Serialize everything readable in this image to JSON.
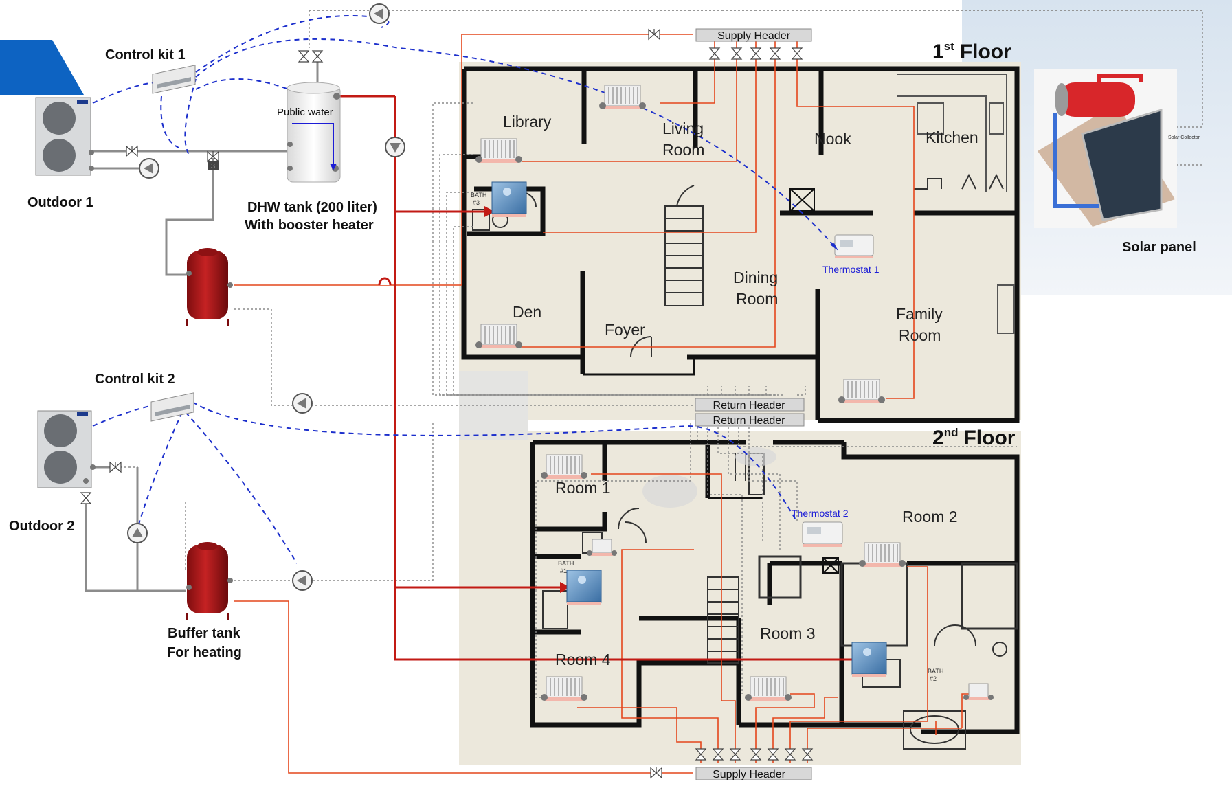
{
  "labels": {
    "control_kit_1": "Control kit 1",
    "control_kit_2": "Control kit 2",
    "outdoor_1": "Outdoor 1",
    "outdoor_2": "Outdoor 2",
    "public_water": "Public water",
    "dhw_line1": "DHW tank (200 liter)",
    "dhw_line2": "With booster heater",
    "buffer_line1": "Buffer tank",
    "buffer_line2": "For heating",
    "solar_panel": "Solar panel",
    "solar_collector": "Solar Collector",
    "valve_number": "3"
  },
  "headers": {
    "supply_top": "Supply Header",
    "return_1": "Return Header",
    "return_2": "Return Header",
    "supply_bottom": "Supply Header"
  },
  "floors": {
    "first": {
      "num": "1",
      "sup": "st",
      "word": "Floor"
    },
    "second": {
      "num": "2",
      "sup": "nd",
      "word": "Floor"
    }
  },
  "rooms_first_floor": {
    "library": "Library",
    "living_1": "Living",
    "living_2": "Room",
    "nook": "Nook",
    "kitchen": "Kitchen",
    "dining_1": "Dining",
    "dining_2": "Room",
    "den": "Den",
    "foyer": "Foyer",
    "family_1": "Family",
    "family_2": "Room",
    "bath3_1": "BATH",
    "bath3_2": "#3"
  },
  "rooms_second_floor": {
    "room1": "Room  1",
    "room2": "Room  2",
    "room3": "Room  3",
    "room4": "Room  4",
    "bath1_1": "BATH",
    "bath1_2": "#1",
    "bath2_1": "BATH",
    "bath2_2": "#2"
  },
  "thermostats": {
    "t1": "Thermostat 1",
    "t2": "Thermostat 2"
  },
  "colors": {
    "supply_pipe": "#e4461c",
    "dhw_pipe": "#c21a14",
    "control_wire": "#1c2fcc",
    "floor_bg": "#ece8dc",
    "tank_red": "#b5191a",
    "brand_tab": "#0d63c2"
  },
  "icons": [
    "valve-icon",
    "pump-icon",
    "radiator-icon",
    "shower-icon",
    "thermostat-icon",
    "outdoor-unit-icon",
    "control-kit-icon",
    "tank-icon",
    "solar-panel-icon"
  ]
}
